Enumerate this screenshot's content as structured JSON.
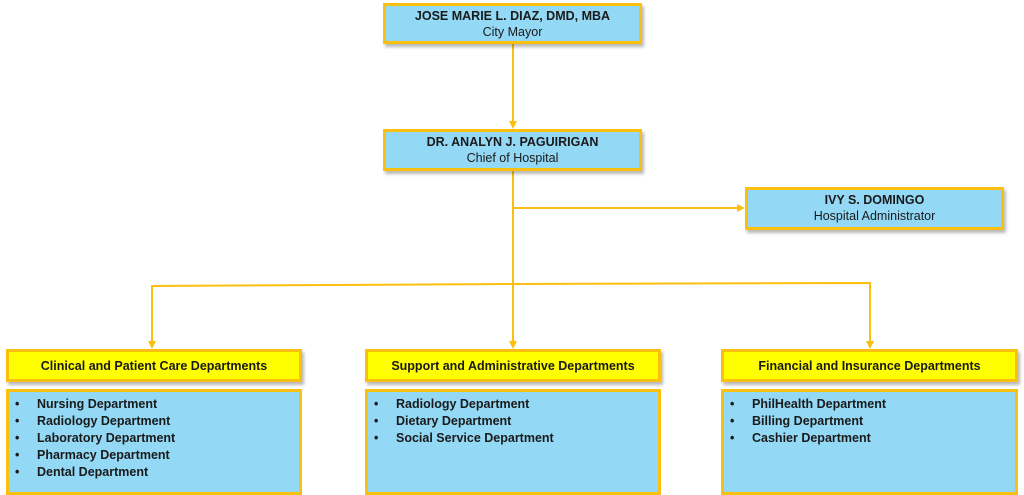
{
  "org_chart": {
    "mayor": {
      "name": "JOSE MARIE L. DIAZ, DMD, MBA",
      "role": "City Mayor"
    },
    "chief": {
      "name": "DR. ANALYN J. PAGUIRIGAN",
      "role": "Chief of Hospital"
    },
    "administrator": {
      "name": "IVY S. DOMINGO",
      "role": "Hospital Administrator"
    },
    "bullet_glyph": "•",
    "departments": [
      {
        "title": "Clinical and Patient Care Departments",
        "items": [
          "Nursing Department",
          "Radiology Department",
          "Laboratory Department",
          "Pharmacy Department",
          "Dental Department"
        ]
      },
      {
        "title": "Support and Administrative Departments",
        "items": [
          "Radiology Department",
          "Dietary Department",
          "Social Service Department"
        ]
      },
      {
        "title": "Financial and Insurance Departments",
        "items": [
          "PhilHealth Department",
          "Billing Department",
          "Cashier Department"
        ]
      }
    ],
    "colors": {
      "node_fill": "#93d8f5",
      "header_fill": "#ffff00",
      "border": "#fbbf10",
      "connector": "#fbbf10"
    }
  }
}
